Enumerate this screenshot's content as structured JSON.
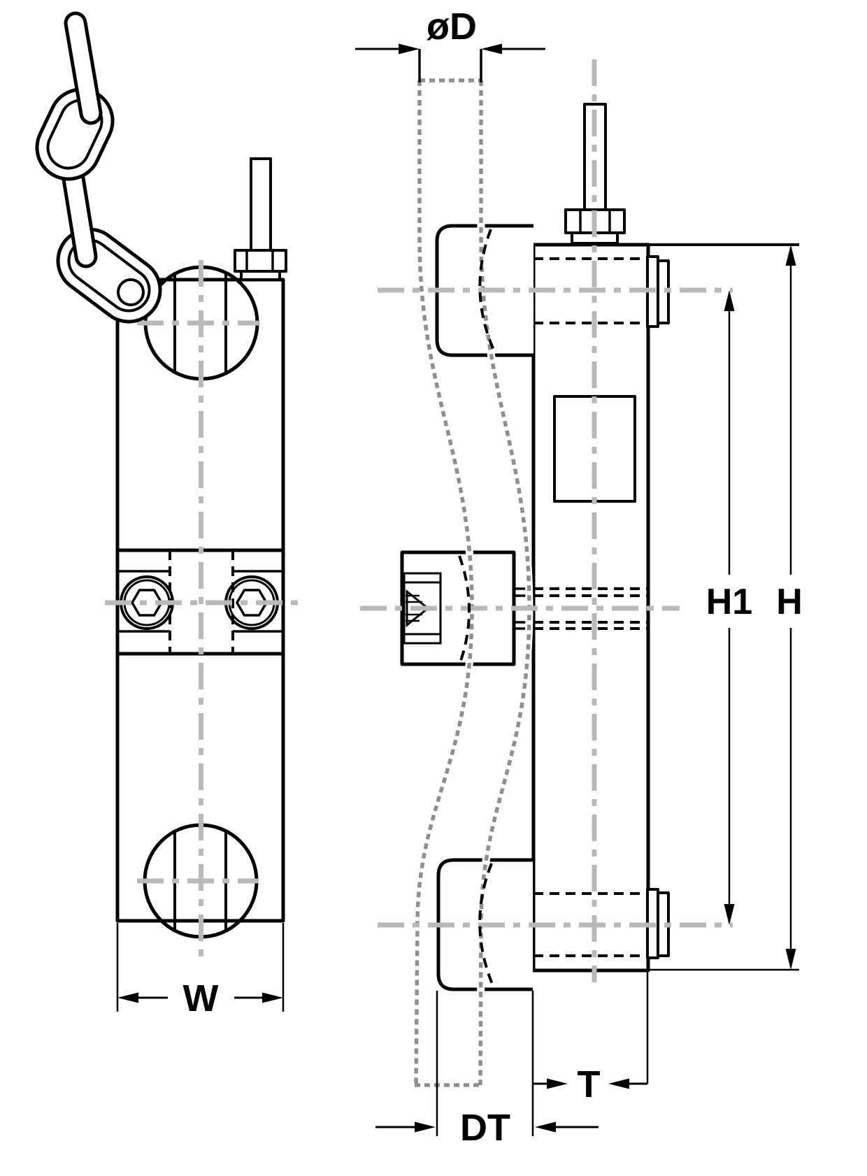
{
  "drawing": {
    "background": "#ffffff",
    "line_color": "#000000",
    "centerline_color": "#b9b9b9",
    "hidden_chain_color": "#8f8f8f",
    "dimension_labels": {
      "chain_diameter": "øD",
      "body_width": "W",
      "hole_center_distance": "H1",
      "overall_height": "H",
      "plate_thickness": "T",
      "total_depth": "DT"
    }
  }
}
